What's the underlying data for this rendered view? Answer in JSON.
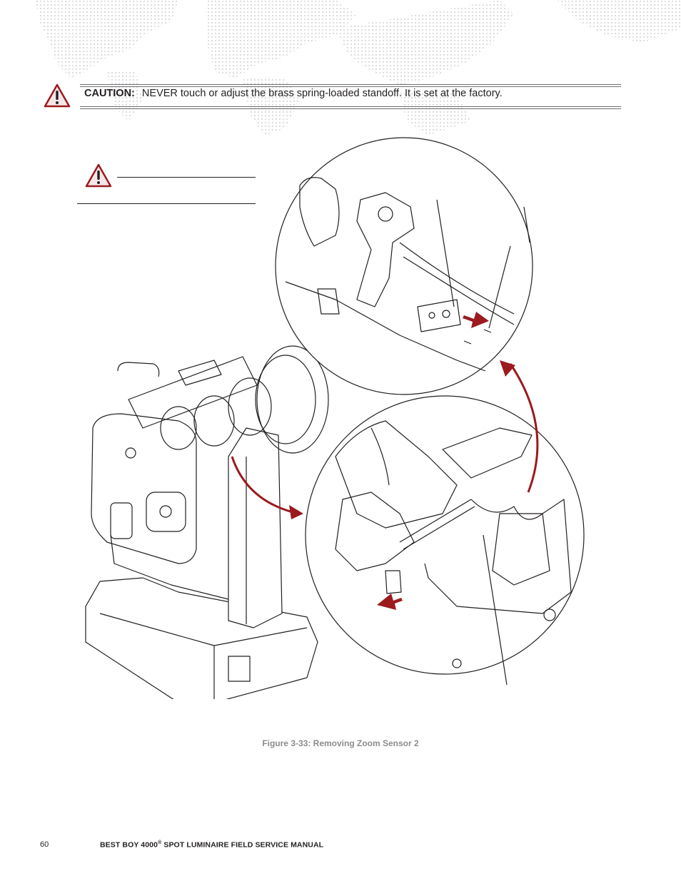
{
  "caution": {
    "label": "CAUTION:",
    "text": "NEVER touch or adjust the brass spring-loaded standoff. It is set at the factory."
  },
  "figure": {
    "caption": "Figure 3-33:  Removing Zoom Sensor 2"
  },
  "footer": {
    "page_number": "60",
    "title_main": "BEST BOY 4000",
    "title_sup": "®",
    "title_rest": " SPOT LUMINAIRE FIELD SERVICE MANUAL"
  },
  "colors": {
    "accent_red": "#9b1b1f",
    "caption_gray": "#8a8c8e",
    "map_dots": "#d8d9da"
  },
  "icons": [
    "warning-triangle-icon",
    "warning-triangle-icon"
  ]
}
